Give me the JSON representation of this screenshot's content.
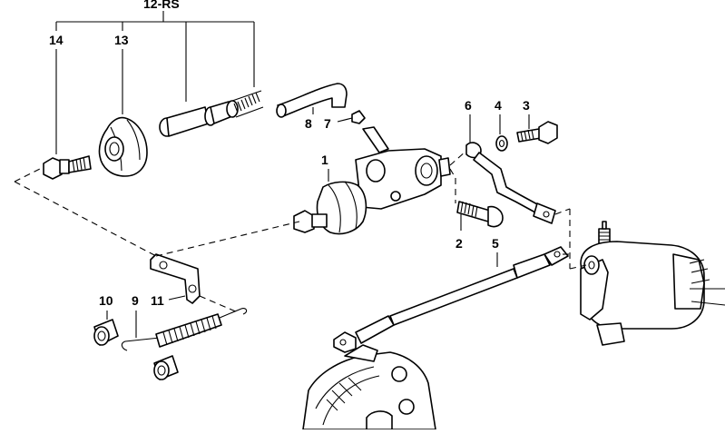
{
  "diagram": {
    "callouts": {
      "group": "12-RS",
      "p14": "14",
      "p13": "13",
      "p8": "8",
      "p7": "7",
      "p6": "6",
      "p4": "4",
      "p3": "3",
      "p1": "1",
      "p2": "2",
      "p5": "5",
      "p10": "10",
      "p9": "9",
      "p11": "11"
    }
  }
}
